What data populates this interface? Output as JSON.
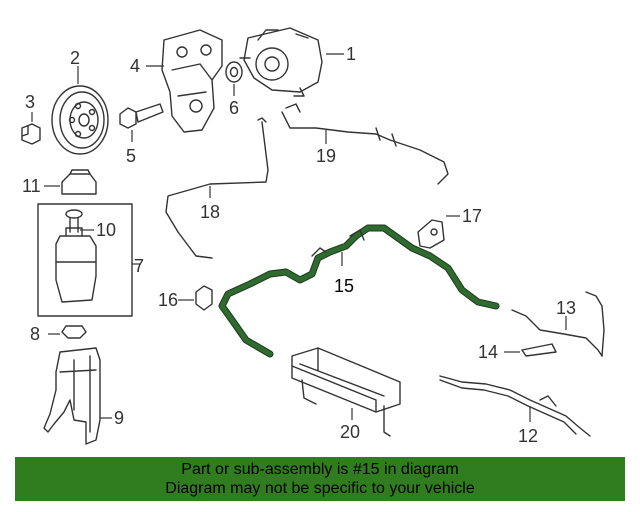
{
  "diagram": {
    "callouts": [
      {
        "id": "1",
        "label": "1"
      },
      {
        "id": "2",
        "label": "2"
      },
      {
        "id": "3",
        "label": "3"
      },
      {
        "id": "4",
        "label": "4"
      },
      {
        "id": "5",
        "label": "5"
      },
      {
        "id": "6",
        "label": "6"
      },
      {
        "id": "7",
        "label": "7"
      },
      {
        "id": "8",
        "label": "8"
      },
      {
        "id": "9",
        "label": "9"
      },
      {
        "id": "10",
        "label": "10"
      },
      {
        "id": "11",
        "label": "11"
      },
      {
        "id": "12",
        "label": "12"
      },
      {
        "id": "13",
        "label": "13"
      },
      {
        "id": "14",
        "label": "14"
      },
      {
        "id": "15",
        "label": "15"
      },
      {
        "id": "16",
        "label": "16"
      },
      {
        "id": "17",
        "label": "17"
      },
      {
        "id": "18",
        "label": "18"
      },
      {
        "id": "19",
        "label": "19"
      },
      {
        "id": "20",
        "label": "20"
      }
    ],
    "highlighted_part": "15",
    "highlight_color": "#2f6b2f"
  },
  "banner": {
    "line1": "Part or sub-assembly is #15 in diagram",
    "line2": "Diagram may not be specific to your vehicle",
    "background_color": "#2f7d1e",
    "text_color": "#000000"
  }
}
